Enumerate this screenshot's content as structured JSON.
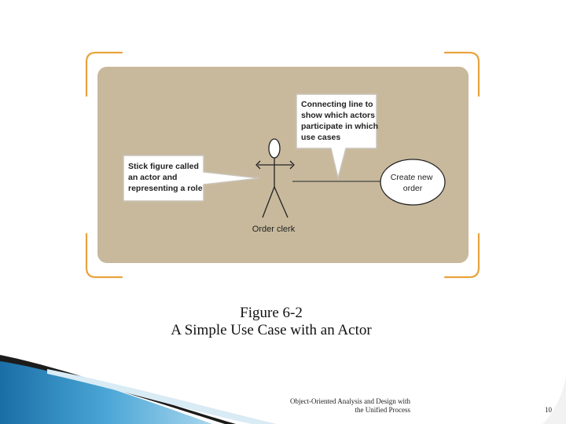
{
  "diagram": {
    "callout_connecting_line": [
      "Connecting line to",
      "show which actors",
      "participate in which",
      "use cases"
    ],
    "callout_stick_figure": [
      "Stick figure called",
      "an actor and",
      "representing a role"
    ],
    "use_case_label": [
      "Create new",
      "order"
    ],
    "actor_label": "Order clerk"
  },
  "caption": {
    "line1": "Figure 6-2",
    "line2": "A Simple Use Case with an Actor"
  },
  "footer": {
    "source_line1": "Object-Oriented Analysis and Design with",
    "source_line2": "the Unified Process",
    "page_number": "10"
  },
  "colors": {
    "panel": "#c8b99d",
    "frame_orange": "#e8a33d",
    "callout_fill": "#ffffff",
    "callout_border": "#c9c4ba",
    "text": "#222222",
    "wave_blue": "#3b8fc2"
  }
}
